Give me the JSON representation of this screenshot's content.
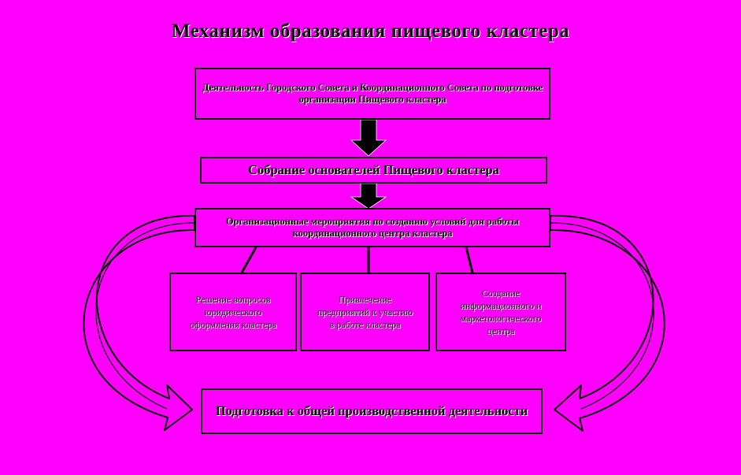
{
  "diagram": {
    "title": "Механизм  образования пищевого кластера",
    "boxes": {
      "activity": "Деятельность  Городского Совета и Координационного Совета по подготовке организации Пищевого кластера",
      "meeting": "Собрание основателей Пищевого кластера",
      "organization": "Организационные мероприятия по созданию условий для работы координационного центра кластера",
      "legal": "Решение вопросов юридического оформления кластера",
      "involvement": "Привлечение предприятий к участию в работе кластера",
      "info_center": "Создание информационного и маркетологического центра",
      "preparation": "Подготовка к общей производственной деятельности"
    },
    "colors": {
      "background": "#ff00ff",
      "stroke": "#000000"
    }
  }
}
